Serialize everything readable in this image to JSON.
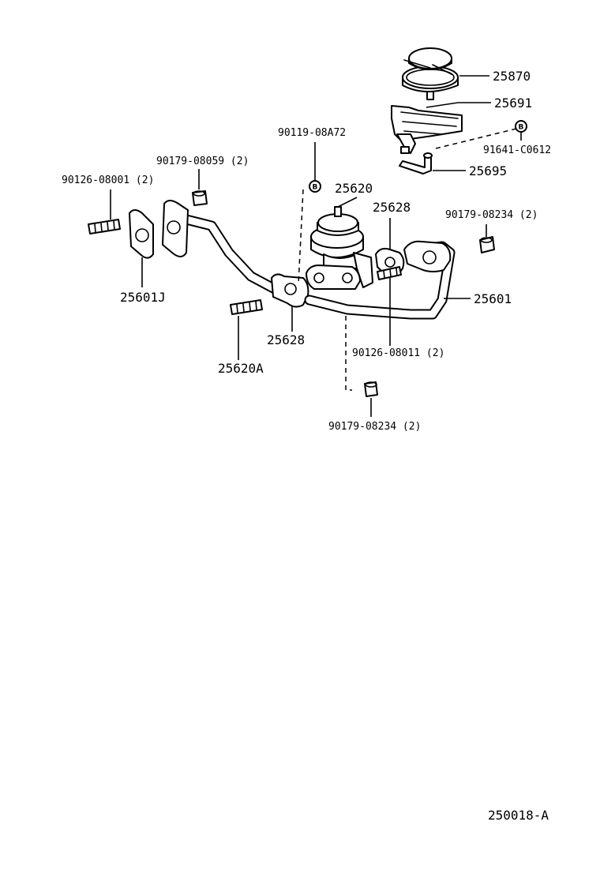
{
  "diagram": {
    "title": "",
    "reference_code": "250018-A",
    "labels": {
      "p25870": "25870",
      "p25691": "25691",
      "p91641": "91641-C0612",
      "p25695": "25695",
      "p90119": "90119-08A72",
      "p90179_08059": "90179-08059 (2)",
      "p90126_08001": "90126-08001 (2)",
      "p25620": "25620",
      "p25628_top": "25628",
      "p90179_08234_top": "90179-08234 (2)",
      "p25601J": "25601J",
      "p25601": "25601",
      "p25628_bottom": "25628",
      "p90126_08011": "90126-08011 (2)",
      "p25620A": "25620A",
      "p90179_08234_bottom": "90179-08234 (2)"
    },
    "callout_symbol": "B"
  }
}
